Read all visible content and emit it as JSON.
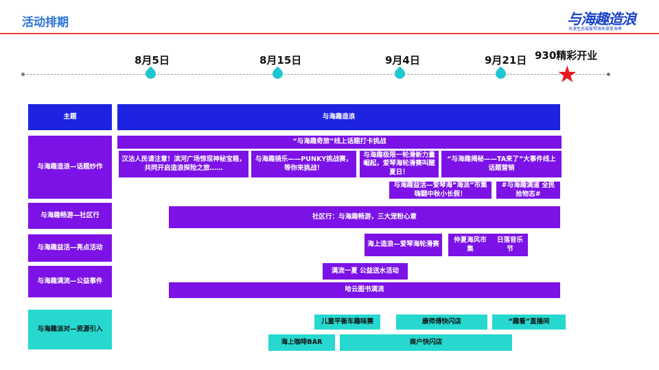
{
  "header": {
    "title": "活动排期",
    "logo_main": "与海趣造浪",
    "logo_sub": "天津生态城爱琴海仲夏航海季"
  },
  "timeline": {
    "dates": [
      "8月5日",
      "8月15日",
      "9月4日",
      "9月21日",
      "930精彩开业"
    ]
  },
  "rows": {
    "theme": {
      "label": "主题",
      "bar": "与海趣造浪"
    },
    "topic": {
      "label": "与海趣造浪—话题炒作",
      "header": "“与海趣奇旅”线上话题打卡挑战",
      "items": [
        "汉沽人民请注意！滨河广场惊现神秘宝箱，共同开启造浪探险之旅……",
        "与海趣骑乐——PUNKY挑战赛，等你来挑战！",
        "与海趣极限一轮滑新力量崛起，爱琴海轮滑赛叫醒夏日！",
        "“与海趣揭秘——TA来了”大事件线上话题营销",
        "与海趣益活—爱琴海“海派”市集嗨翻中秋小长假！",
        "#与海趣满道 全民拾物志#"
      ]
    },
    "community": {
      "label": "与海趣畅游—社区行",
      "bar": "社区行：与海趣畅游，三大宠粉心意"
    },
    "events": {
      "label": "与海趣益活—亮点活动",
      "items": [
        "海上造浪—爱琴海轮滑赛",
        "仲夏海风市集",
        "日落音乐节"
      ]
    },
    "charity": {
      "label": "与海趣满流—公益事件",
      "items": [
        "满流一夏 公益送水活动",
        "哈云图书满流"
      ]
    },
    "resources": {
      "label": "与海趣派对—资源引入",
      "items": [
        "儿童平衡车趣味赛",
        "康师傅快闪店",
        "“趣看”直播间",
        "海上咖啡BAR",
        "商户快闪店"
      ]
    }
  }
}
